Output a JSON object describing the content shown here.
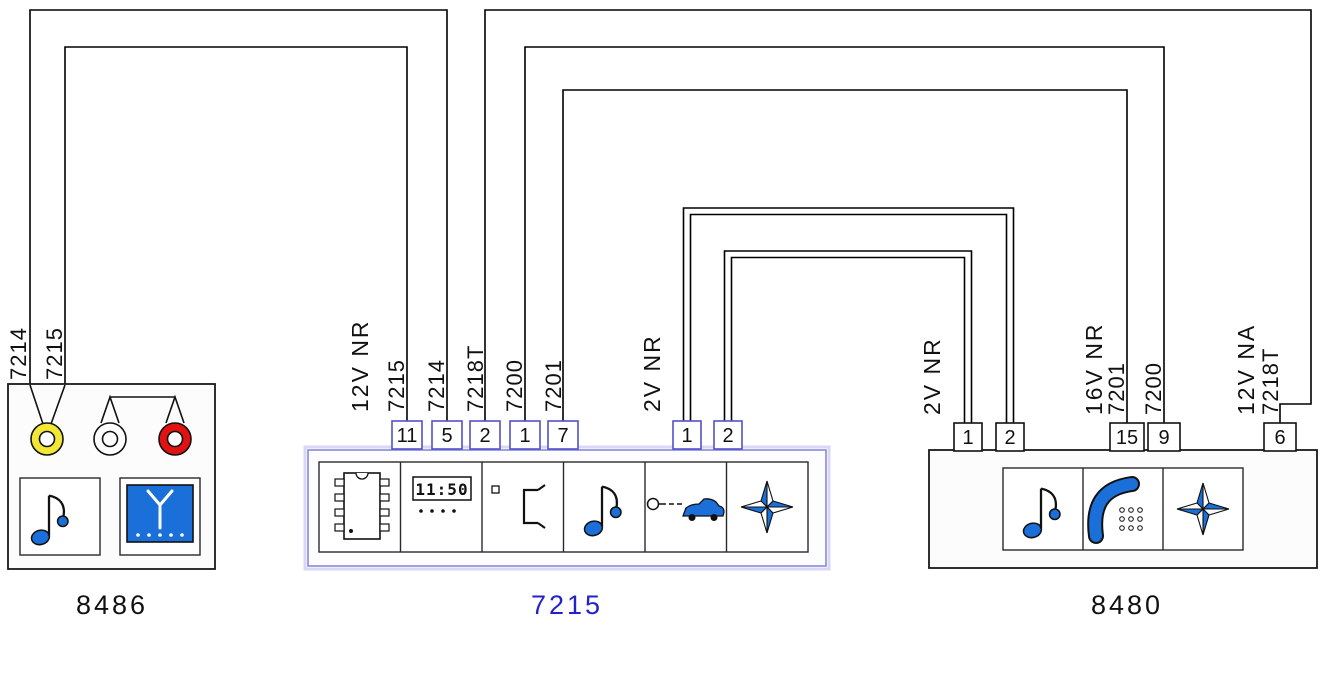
{
  "diagram_type": "automotive-wiring-diagram",
  "components": {
    "left": {
      "id": "8486",
      "wires": {
        "wire1": "7214",
        "wire2": "7215"
      },
      "lamps": [
        "yellow",
        "white",
        "red"
      ],
      "icons": [
        "music-note",
        "antenna-display"
      ]
    },
    "middle": {
      "id": "7215",
      "connector": {
        "gauge": "12V NR",
        "p11": {
          "num": "11",
          "wire": "7215"
        },
        "p5": {
          "num": "5",
          "wire": "7214"
        },
        "p2": {
          "num": "2",
          "wire": "7218T"
        },
        "p1": {
          "num": "1",
          "wire": "7200"
        },
        "p7": {
          "num": "7",
          "wire": "7201"
        }
      },
      "speaker": {
        "gauge": "2V NR",
        "p1": "1",
        "p2": "2"
      },
      "clock_display": "11:50",
      "icons": [
        "chip",
        "clock-display",
        "bracket",
        "music-note",
        "key-car",
        "compass"
      ]
    },
    "right": {
      "id": "8480",
      "speaker": {
        "gauge": "2V NR",
        "p1": "1",
        "p2": "2"
      },
      "connector": {
        "gauge": "16V NR",
        "p15": {
          "num": "15",
          "wire": "7201"
        },
        "p9": {
          "num": "9",
          "wire": "7200"
        }
      },
      "aux": {
        "gauge": "12V NA",
        "p6": {
          "num": "6",
          "wire": "7218T"
        }
      },
      "icons": [
        "music-note",
        "phone",
        "compass"
      ]
    }
  },
  "colors": {
    "wire": "#000000",
    "icon_blue": "#1a6fd8",
    "component_7215_border": "#8888dd",
    "component_7215_label": "#2222cc",
    "lamp_yellow": "#f2e735",
    "lamp_red": "#e01212",
    "pin_box_blue": "#5252cc"
  }
}
